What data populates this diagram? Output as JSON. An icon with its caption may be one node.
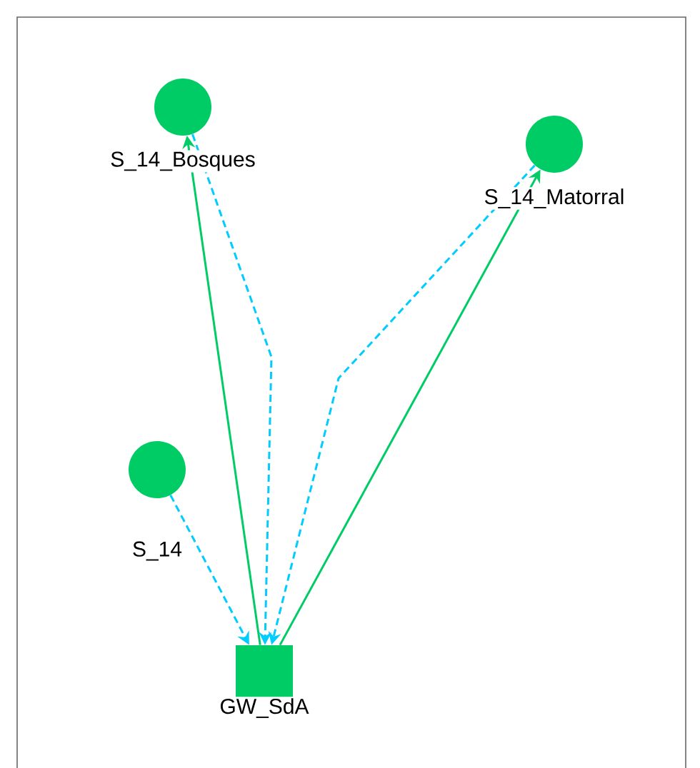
{
  "diagram": {
    "nodes": [
      {
        "text": [
          "S_14_Bosques"
        ]
      },
      {
        "text": [
          "S_14_Matorral"
        ]
      },
      {
        "text": [
          "S_14"
        ]
      },
      {
        "text": [
          "GW_SdA"
        ]
      }
    ],
    "edges": [
      {
        "from": 3,
        "to": 0,
        "arrow": "to",
        "color": "#00cc66"
      },
      {
        "from": 0,
        "to": 3,
        "arrow": "to",
        "style": "dashed",
        "color": "#00ccff"
      },
      {
        "from": 3,
        "to": 1,
        "arrow": "to",
        "color": "#00cc66"
      },
      {
        "from": 1,
        "to": 3,
        "arrow": "to",
        "style": "dashed",
        "color": "#00ccff"
      },
      {
        "from": 2,
        "to": 3,
        "arrow": "to",
        "style": "dashed",
        "color": "#00ccff"
      }
    ]
  }
}
